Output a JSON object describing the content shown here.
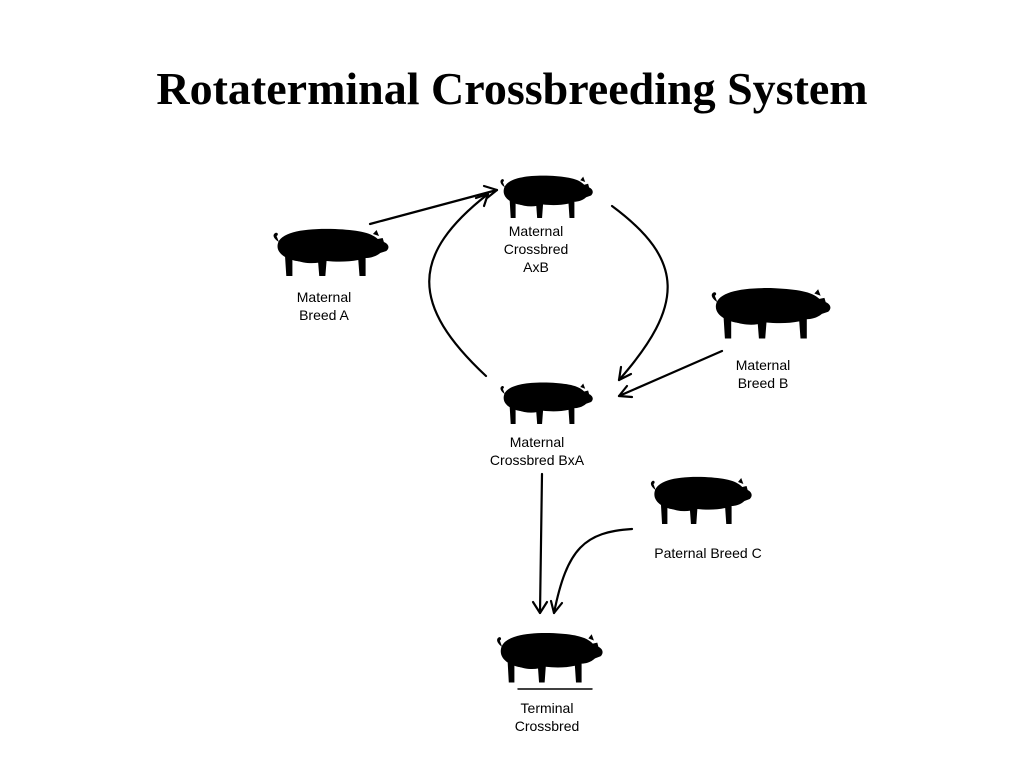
{
  "title": "Rotaterminal Crossbreeding System",
  "nodes": {
    "maternal_breed_a": {
      "lines": [
        "Maternal",
        "Breed A"
      ],
      "icon": "pig-icon"
    },
    "maternal_crossbred_axb": {
      "lines": [
        "Maternal",
        "Crossbred",
        "AxB"
      ],
      "icon": "pig-icon"
    },
    "maternal_breed_b": {
      "lines": [
        "Maternal",
        "Breed B"
      ],
      "icon": "pig-icon"
    },
    "maternal_crossbred_bxa": {
      "lines": [
        "Maternal",
        "Crossbred BxA"
      ],
      "icon": "pig-icon"
    },
    "paternal_breed_c": {
      "lines": [
        "Paternal Breed C"
      ],
      "icon": "pig-icon"
    },
    "terminal_crossbred": {
      "lines": [
        "Terminal",
        "Crossbred"
      ],
      "icon": "pig-icon"
    }
  },
  "edges": [
    {
      "from": "maternal_breed_a",
      "to": "maternal_crossbred_axb"
    },
    {
      "from": "maternal_crossbred_axb",
      "to": "maternal_crossbred_bxa"
    },
    {
      "from": "maternal_breed_b",
      "to": "maternal_crossbred_bxa"
    },
    {
      "from": "maternal_crossbred_bxa",
      "to": "maternal_crossbred_axb"
    },
    {
      "from": "maternal_crossbred_bxa",
      "to": "terminal_crossbred"
    },
    {
      "from": "paternal_breed_c",
      "to": "terminal_crossbred"
    }
  ]
}
